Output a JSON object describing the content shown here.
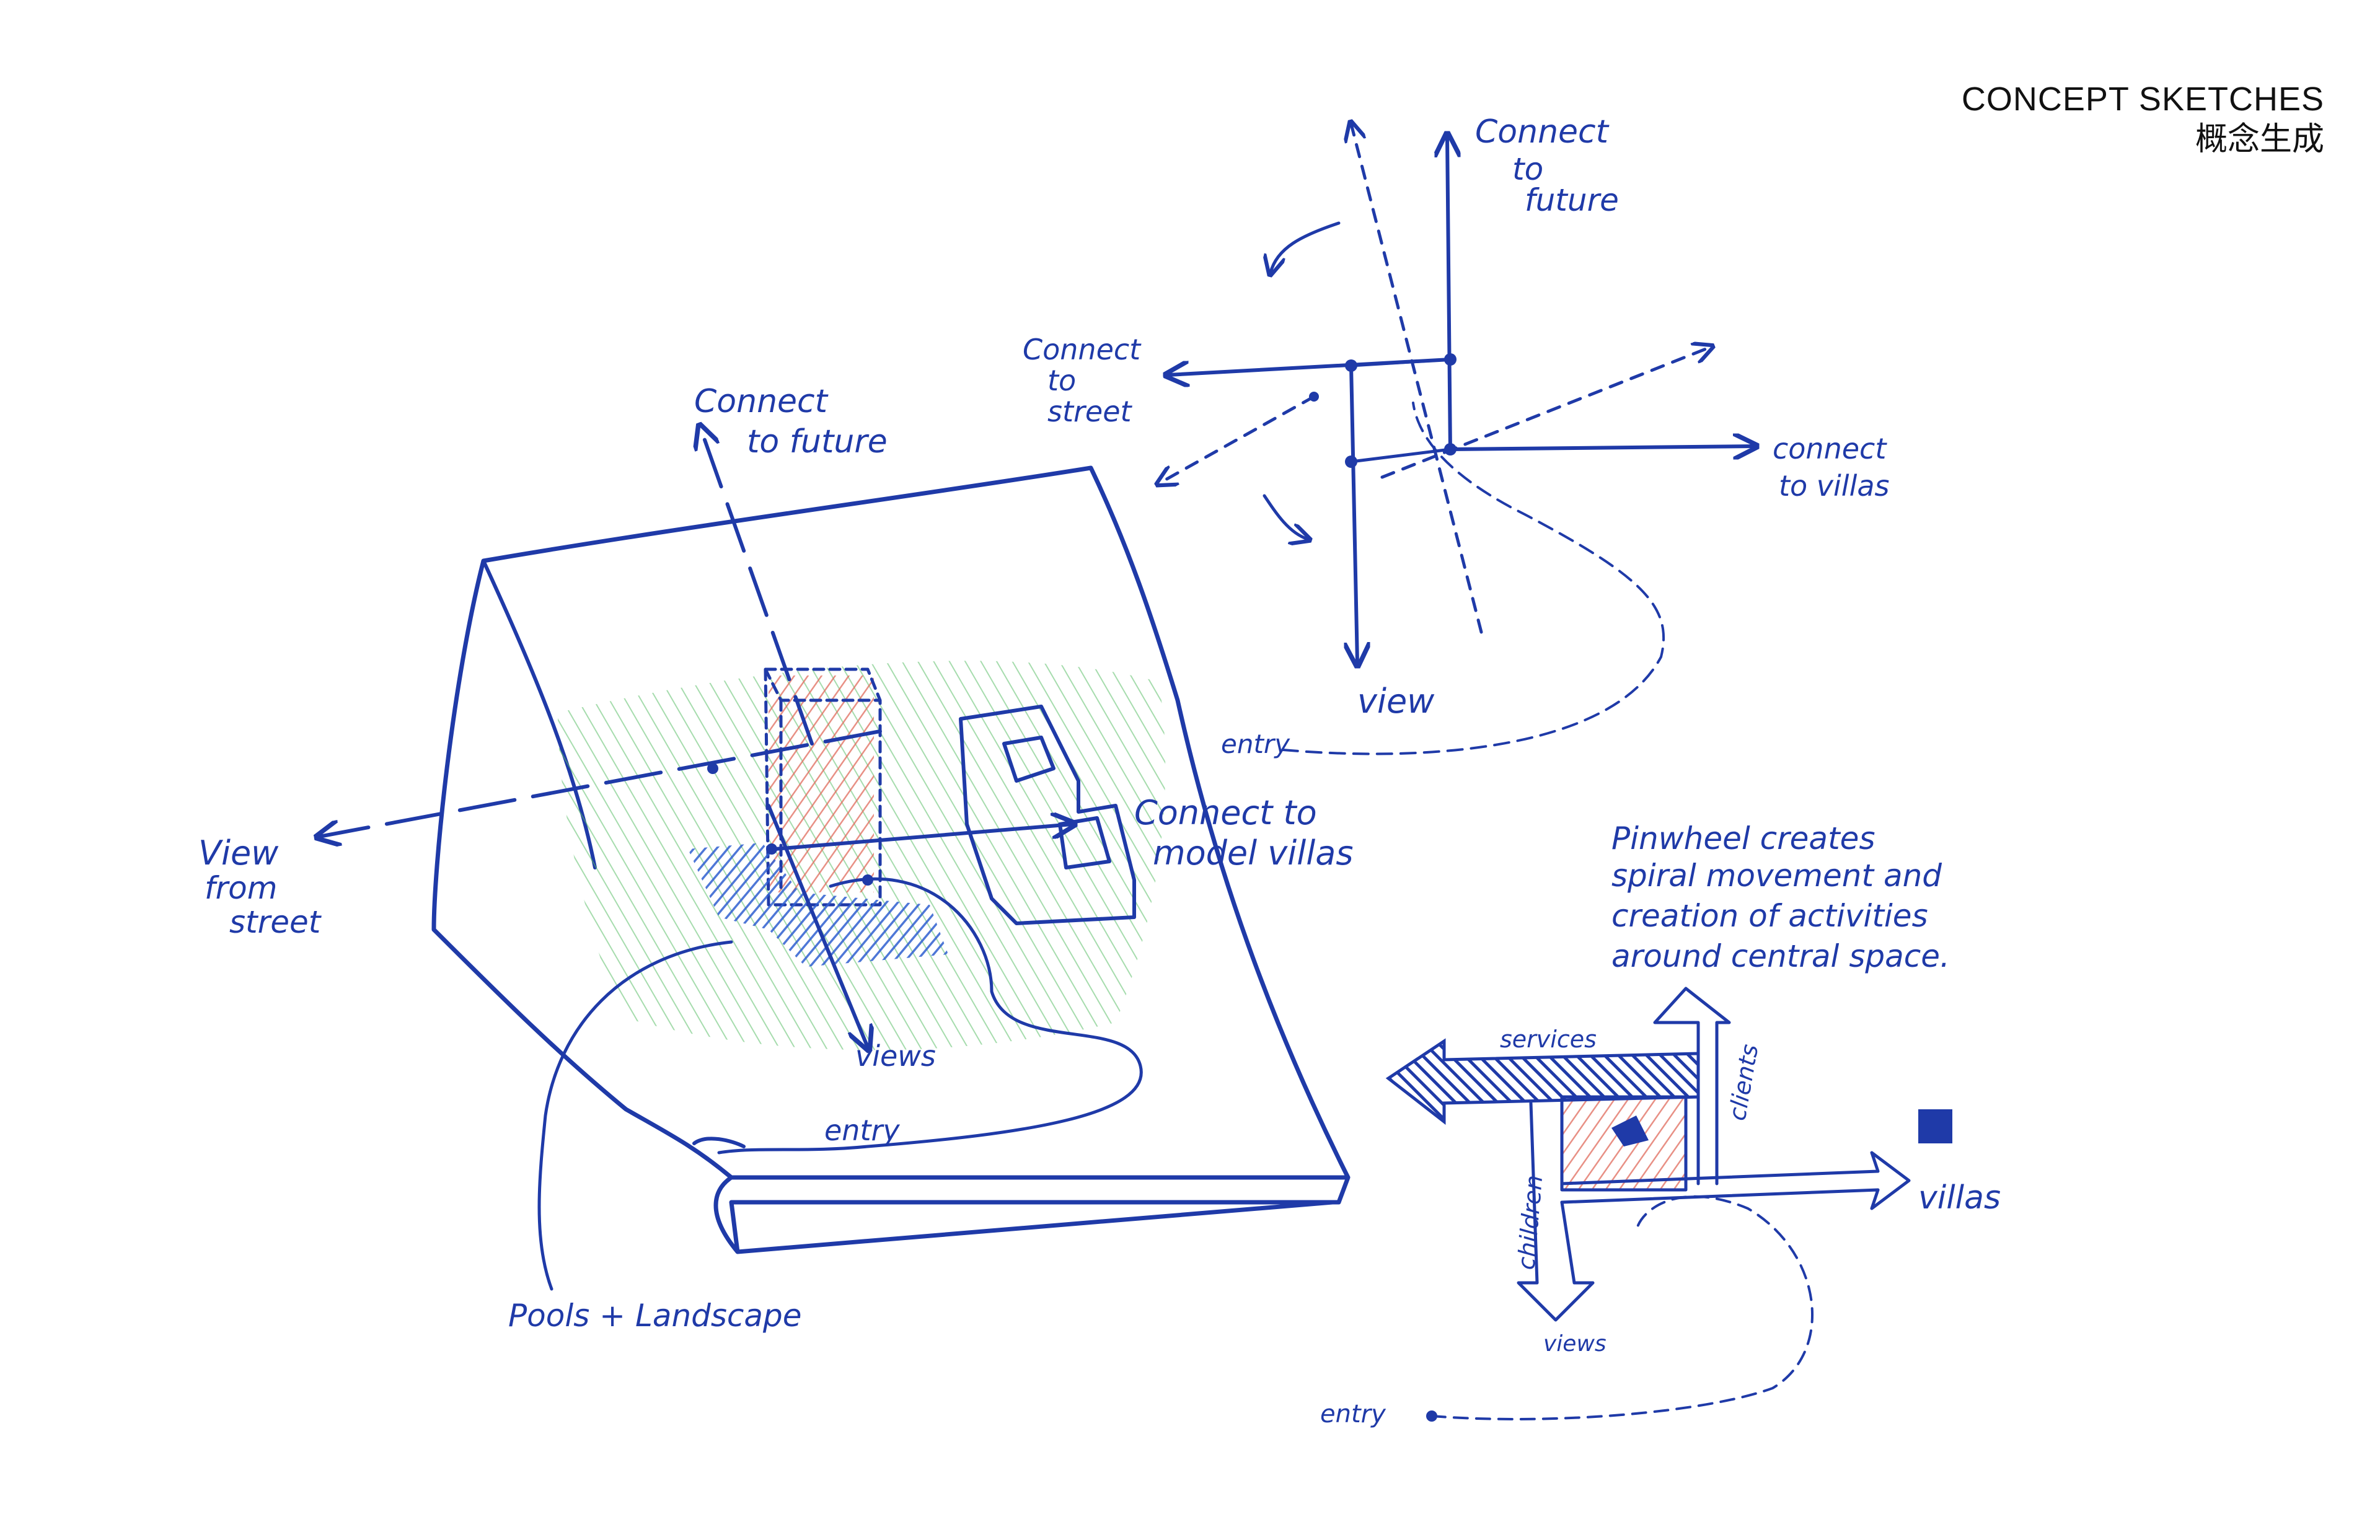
{
  "header": {
    "title_en": "CONCEPT SKETCHES",
    "title_zh": "概念生成"
  },
  "colors": {
    "ink": "#1f3aa8",
    "red_hatch": "#e06a5c",
    "green_hatch": "#5cbf6a",
    "blue_fill": "#2f5fd0",
    "text": "#111111"
  },
  "sketch_a": {
    "connect_to_future": [
      "Connect",
      "to future"
    ],
    "view_from_street": [
      "View",
      "from",
      "street"
    ],
    "connect_to_model_villas": [
      "Connect to",
      "model villas"
    ],
    "views": "views",
    "entry": "entry",
    "pools_landscape": "Pools + Landscape"
  },
  "sketch_b": {
    "connect_to_future": [
      "Connect",
      "to",
      "future"
    ],
    "connect_to_street": [
      "Connect",
      "to",
      "street"
    ],
    "connect_to_villas": [
      "connect",
      "to villas"
    ],
    "view": "view",
    "entry": "entry"
  },
  "sketch_c": {
    "note": [
      "Pinwheel creates",
      "spiral movement and",
      "creation of activities",
      "around central space."
    ],
    "services": "services",
    "clients": "clients",
    "children": "children",
    "villas": "villas",
    "views": "views",
    "entry": "entry"
  }
}
